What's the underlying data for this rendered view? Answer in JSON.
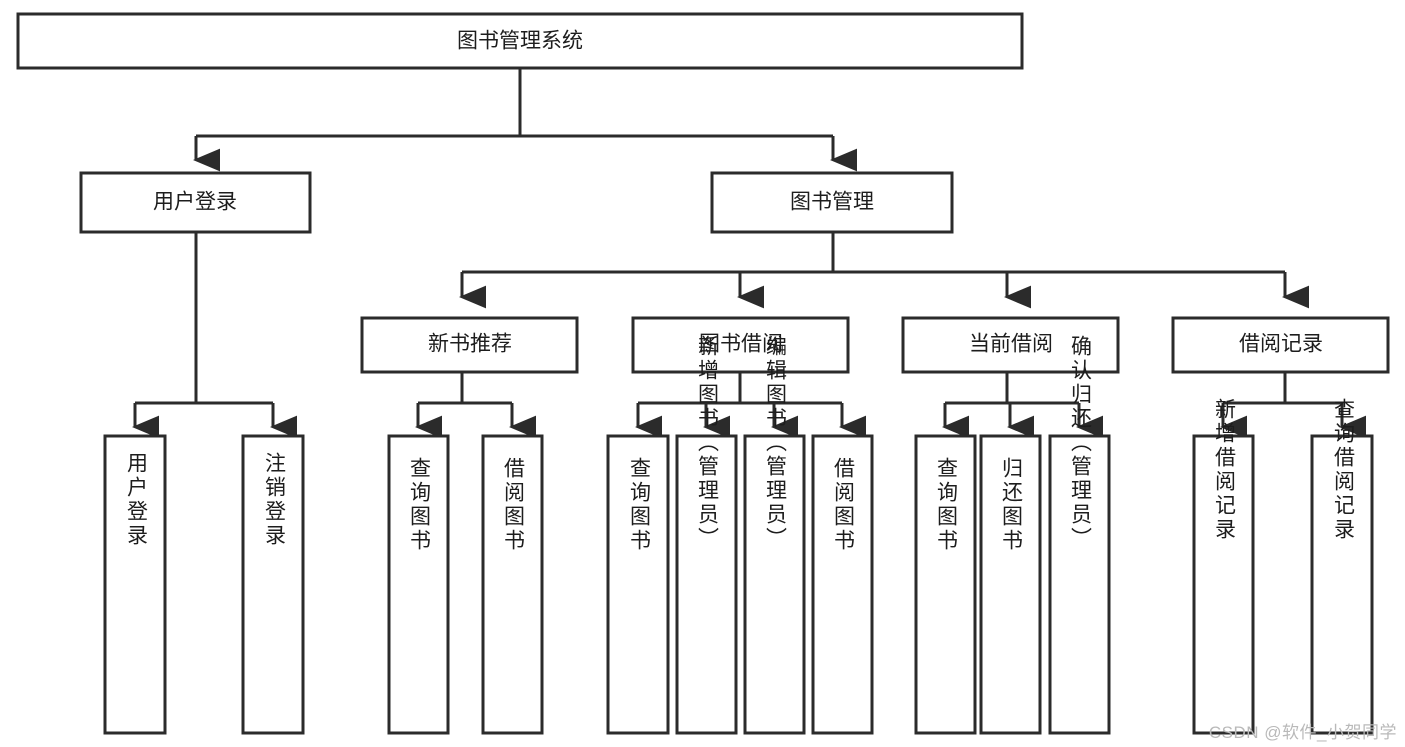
{
  "diagram": {
    "type": "tree-hierarchy-flowchart",
    "title": "图书管理系统",
    "orientation": "top-down",
    "background_color": "#ffffff",
    "box_stroke_color": "#2b2b2b",
    "box_fill_color": "#ffffff",
    "text_color": "#1d1d1d",
    "levels": [
      {
        "level": 1,
        "nodes": [
          {
            "id": "root",
            "label": "图书管理系统",
            "text_orientation": "horizontal"
          }
        ]
      },
      {
        "level": 2,
        "nodes": [
          {
            "id": "login",
            "label": "用户登录",
            "parent": "root",
            "text_orientation": "horizontal"
          },
          {
            "id": "bookmgmt",
            "label": "图书管理",
            "parent": "root",
            "text_orientation": "horizontal"
          }
        ]
      },
      {
        "level": 3,
        "nodes": [
          {
            "id": "newbook",
            "label": "新书推荐",
            "parent": "bookmgmt",
            "text_orientation": "horizontal"
          },
          {
            "id": "borrow",
            "label": "图书借阅",
            "parent": "bookmgmt",
            "text_orientation": "horizontal"
          },
          {
            "id": "current",
            "label": "当前借阅",
            "parent": "bookmgmt",
            "text_orientation": "horizontal"
          },
          {
            "id": "records",
            "label": "借阅记录",
            "parent": "bookmgmt",
            "text_orientation": "horizontal"
          }
        ]
      },
      {
        "level": 4,
        "nodes": [
          {
            "id": "leaf1",
            "label": "用户登录",
            "parent": "login",
            "text_orientation": "vertical"
          },
          {
            "id": "leaf2",
            "label": "注销登录",
            "parent": "login",
            "text_orientation": "vertical"
          },
          {
            "id": "leaf3",
            "label": "查询图书",
            "parent": "newbook",
            "text_orientation": "vertical"
          },
          {
            "id": "leaf4",
            "label": "借阅图书",
            "parent": "newbook",
            "text_orientation": "vertical"
          },
          {
            "id": "leaf5",
            "label": "查询图书",
            "parent": "borrow",
            "text_orientation": "vertical"
          },
          {
            "id": "leaf6",
            "label": "新增图书（管理员）",
            "parent": "borrow",
            "text_orientation": "vertical"
          },
          {
            "id": "leaf7",
            "label": "编辑图书（管理员）",
            "parent": "borrow",
            "text_orientation": "vertical"
          },
          {
            "id": "leaf8",
            "label": "借阅图书",
            "parent": "borrow",
            "text_orientation": "vertical"
          },
          {
            "id": "leaf9",
            "label": "查询图书",
            "parent": "current",
            "text_orientation": "vertical"
          },
          {
            "id": "leaf10",
            "label": "归还图书",
            "parent": "current",
            "text_orientation": "vertical"
          },
          {
            "id": "leaf11",
            "label": "确认归还（管理员）",
            "parent": "current",
            "text_orientation": "vertical"
          },
          {
            "id": "leaf12",
            "label": "新增借阅记录",
            "parent": "records",
            "text_orientation": "vertical"
          },
          {
            "id": "leaf13",
            "label": "查询借阅记录",
            "parent": "records",
            "text_orientation": "vertical"
          }
        ]
      }
    ]
  },
  "watermark": {
    "text": "CSDN @软件_小贺同学",
    "color": "#b9b9b9"
  }
}
